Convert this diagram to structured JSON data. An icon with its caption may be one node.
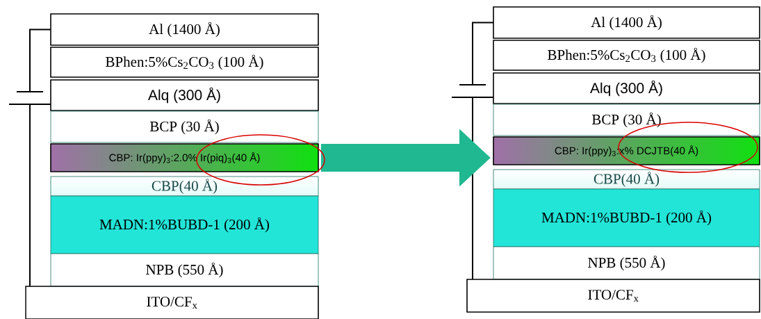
{
  "diagram": {
    "nodes": [
      {
        "text": [
          "Al (1400 Å)"
        ]
      },
      {
        "text": [
          "BPhen:5%Cs$_{2}$CO$_{3}$ (100 Å)"
        ]
      },
      {
        "text": [
          "Alq (300 Å)"
        ]
      },
      {
        "text": [
          "BCP (30 Å)"
        ]
      },
      {
        "text": [
          "CBP: Ir(ppy)$_{3}$:2.0% Ir(piq)$_{3}$(40 Å)"
        ]
      },
      {
        "text": [
          "CBP(40 Å)"
        ]
      },
      {
        "text": [
          "MADN:1%BUBD-1 (200 Å)"
        ]
      },
      {
        "text": [
          "NPB (550 Å)"
        ]
      },
      {
        "text": [
          "ITO/CF$_{x}$"
        ]
      },
      {
        "text": [
          "Al (1400 Å)"
        ]
      },
      {
        "text": [
          "BPhen:5%Cs$_{2}$CO$_{3}$ (100 Å)"
        ]
      },
      {
        "text": [
          "Alq (300 Å)"
        ]
      },
      {
        "text": [
          "BCP (30 Å)"
        ]
      },
      {
        "text": [
          "CBP: Ir(ppy)$_{3}$:x% DCJTB(40 Å)"
        ]
      },
      {
        "text": [
          "CBP(40 Å)"
        ]
      },
      {
        "text": [
          "MADN:1%BUBD-1 (200 Å)"
        ]
      },
      {
        "text": [
          "NPB (550 Å)"
        ]
      },
      {
        "text": [
          "ITO/CF$_{x}$"
        ]
      },
      {
        "text": [],
        "shape": "battery"
      },
      {
        "text": [],
        "shape": "battery"
      }
    ],
    "edges": [
      {
        "from": 0,
        "to": 18,
        "arrow": "none"
      },
      {
        "from": 18,
        "to": 8,
        "arrow": "none"
      },
      {
        "from": 9,
        "to": 19,
        "arrow": "none"
      },
      {
        "from": 19,
        "to": 17,
        "arrow": "none"
      },
      {
        "from": 4,
        "to": 13,
        "arrow": "to",
        "style": "thick",
        "color": "#20b890"
      }
    ]
  }
}
